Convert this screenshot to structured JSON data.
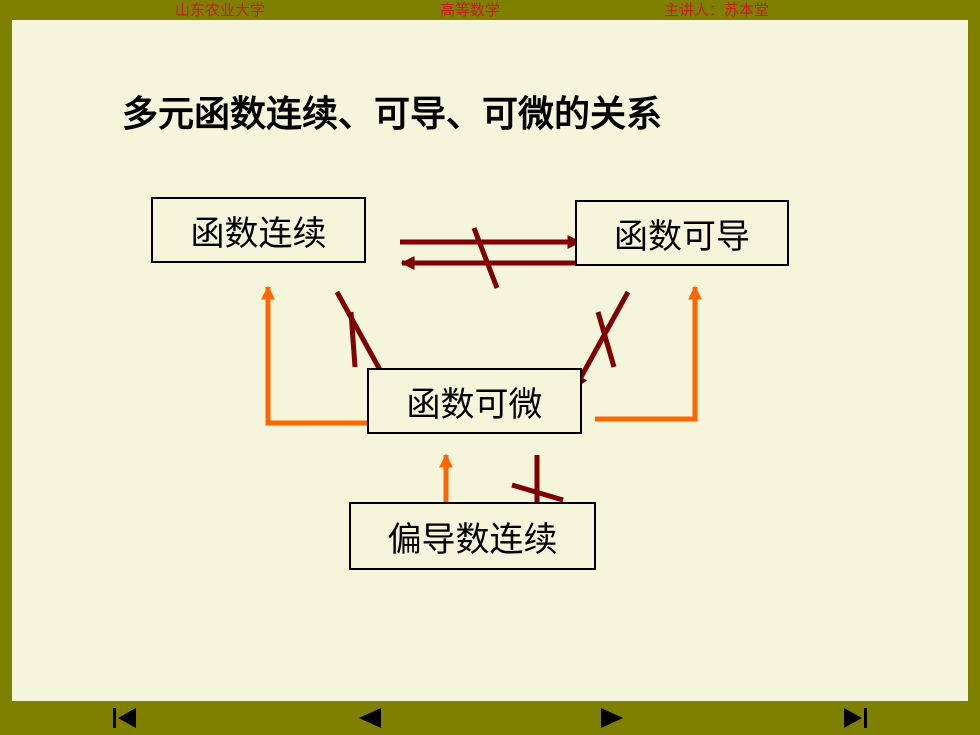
{
  "header": {
    "university": "山东农业大学",
    "course": "高等数学",
    "lecturer": "主讲人：苏本堂"
  },
  "slide": {
    "title": "多元函数连续、可导、可微的关系",
    "nodes": {
      "continuous": "函数连续",
      "derivable": "函数可导",
      "differentiable": "函数可微",
      "partial_continuous": "偏导数连续"
    }
  },
  "colors": {
    "frame": "#7f7f00",
    "background": "#f5f5dc",
    "dark_arrow": "#7f0000",
    "orange_arrow": "#ff6600",
    "header_text": "#c0211f"
  },
  "nav": {
    "first_icon": "first-slide-icon",
    "prev_icon": "previous-slide-icon",
    "next_icon": "next-slide-icon",
    "last_icon": "last-slide-icon"
  }
}
